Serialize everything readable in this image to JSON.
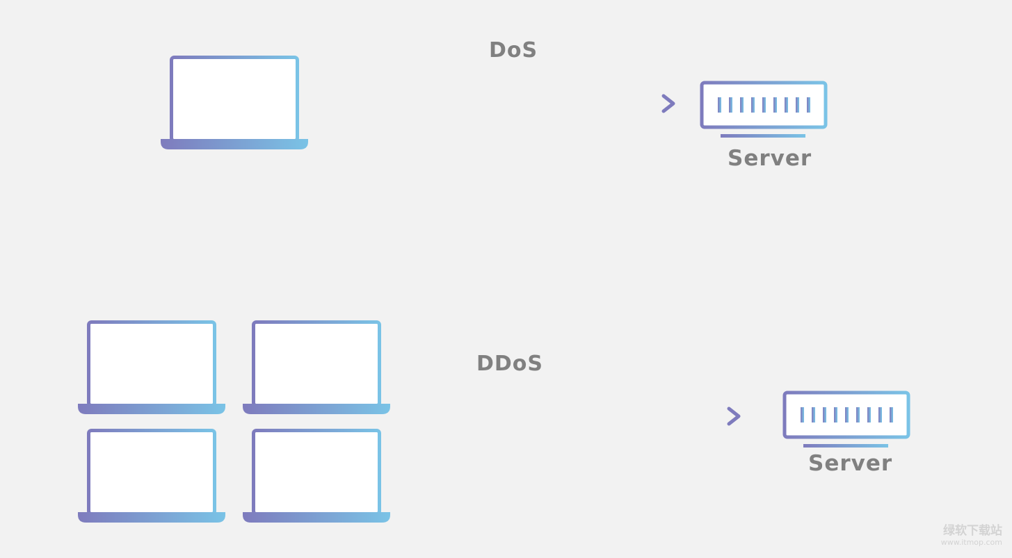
{
  "diagram": {
    "dos": {
      "label": "DoS",
      "server_label": "Server"
    },
    "ddos": {
      "label": "DDoS",
      "server_label": "Server"
    }
  },
  "watermark": {
    "brand": "绿软下载站",
    "url": "www.itmop.com"
  },
  "colors": {
    "background": "#f2f2f2",
    "gradient_purple": "#7e7bbd",
    "gradient_blue": "#7ac3e6",
    "label_gray": "#808080",
    "screen_fill": "#ffffff"
  },
  "icons": [
    "laptop-icon",
    "server-icon",
    "arrow-right-icon"
  ]
}
